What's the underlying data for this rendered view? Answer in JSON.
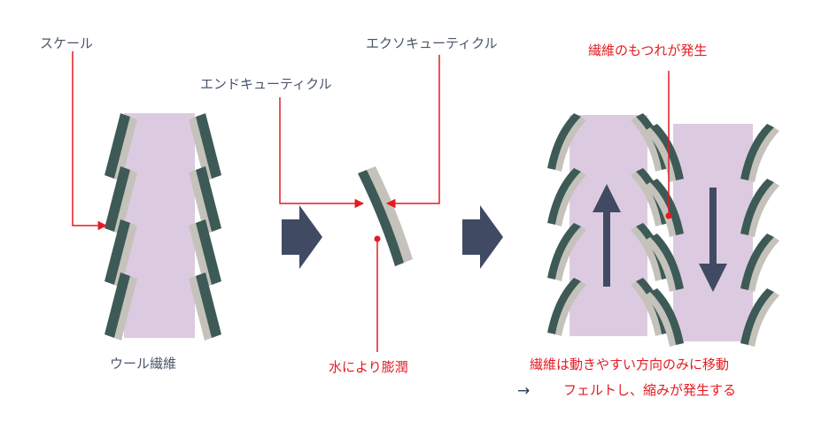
{
  "labels": {
    "scale": "スケール",
    "endocuticle": "エンドキューティクル",
    "exocuticle": "エクソキューティクル",
    "wool_fiber": "ウール繊維",
    "swelling": "水により膨潤",
    "entangle": "繊維のもつれが発生",
    "move_line1": "繊維は動きやすい方向のみに移動",
    "arrow_glyph": "→",
    "move_line2": "フェルトし、縮みが発生する"
  },
  "colors": {
    "fiber_fill": "#dccbe0",
    "exocuticle": "#3d5a56",
    "endocuticle": "#c5c2bb",
    "annotation_red": "#e31b23",
    "step_arrow": "#404b63",
    "label_text": "#4a5568"
  },
  "icons": {
    "step_arrow": "chevron-right-arrow",
    "fiber_arrow_up": "arrow-up",
    "fiber_arrow_down": "arrow-down"
  }
}
